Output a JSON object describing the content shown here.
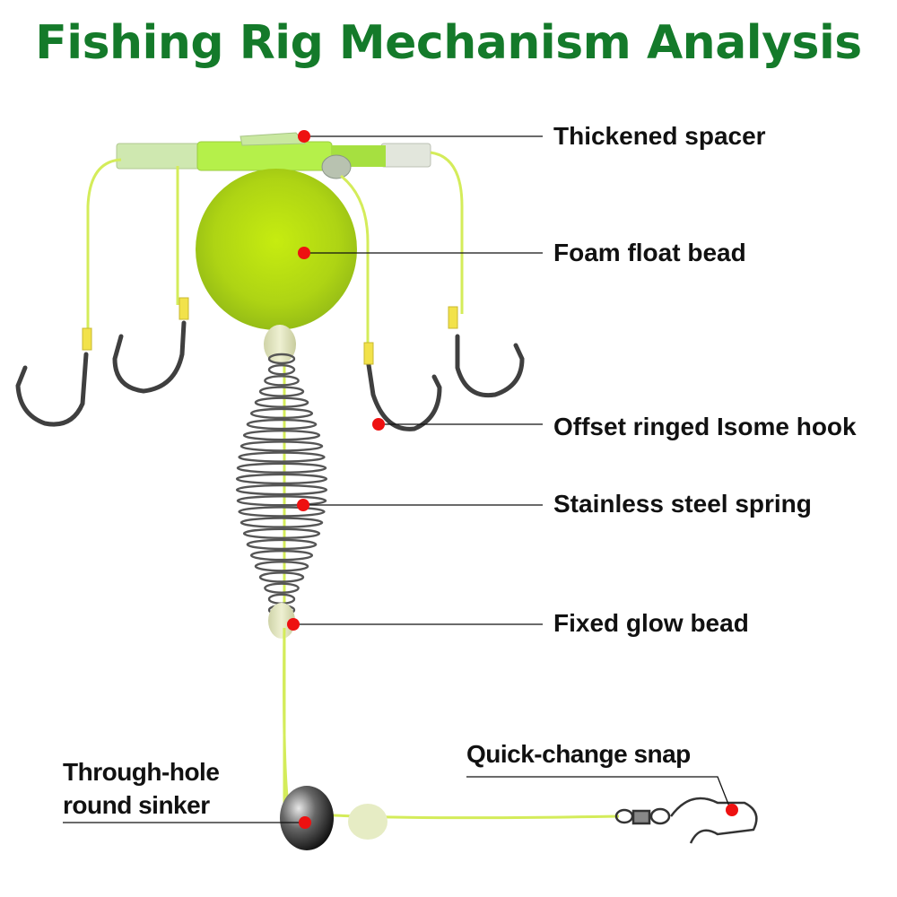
{
  "title": "Fishing Rig Mechanism Analysis",
  "colors": {
    "title": "#147a2a",
    "marker": "#ee1111",
    "float": "#b8e21a",
    "line": "#d4ec5a",
    "metal": "#4a4a4a"
  },
  "labels": [
    {
      "id": "thickened-spacer",
      "text": "Thickened spacer"
    },
    {
      "id": "foam-float-bead",
      "text": "Foam float bead"
    },
    {
      "id": "offset-ringed-isome-hook",
      "text": "Offset ringed Isome hook"
    },
    {
      "id": "stainless-steel-spring",
      "text": "Stainless steel spring"
    },
    {
      "id": "fixed-glow-bead",
      "text": "Fixed glow bead"
    },
    {
      "id": "quick-change-snap",
      "text": "Quick-change snap"
    },
    {
      "id": "through-hole-round-sinker",
      "line1": "Through-hole",
      "line2": "round sinker"
    }
  ]
}
